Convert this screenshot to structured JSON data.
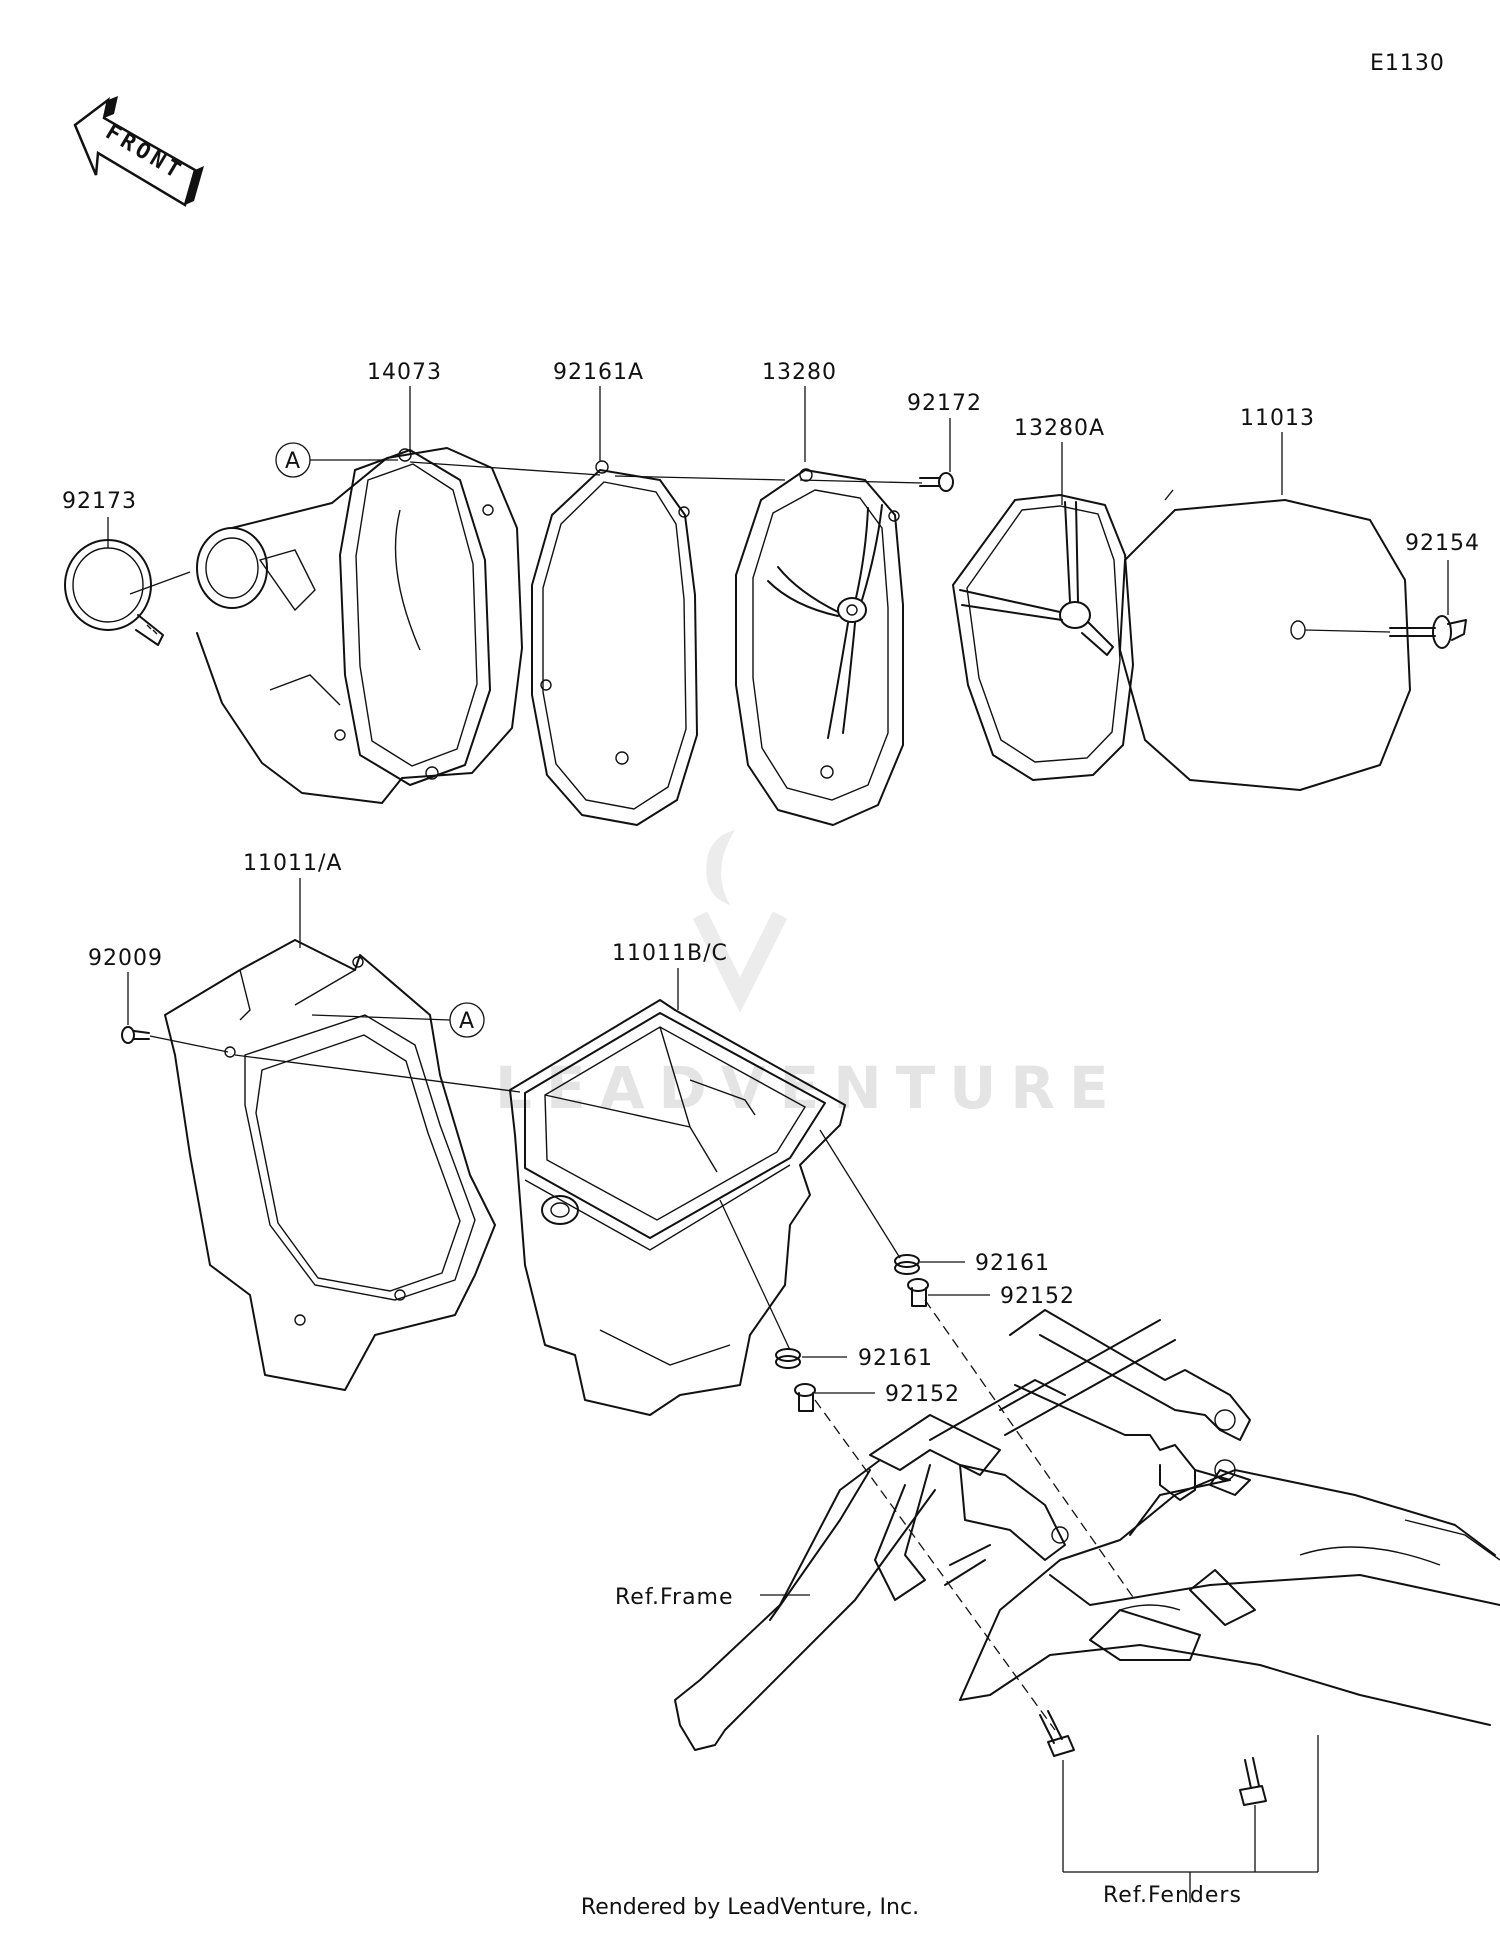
{
  "diagram_code": "E1130",
  "front_label": "FRONT",
  "marker_a": "A",
  "parts": {
    "p92173": "92173",
    "p14073": "14073",
    "p92161A": "92161A",
    "p13280": "13280",
    "p92172": "92172",
    "p13280A": "13280A",
    "p11013": "11013",
    "p92154": "92154",
    "p11011A": "11011/A",
    "p92009": "92009",
    "p11011BC": "11011B/C",
    "p92161_upper": "92161",
    "p92152_upper": "92152",
    "p92161_lower": "92161",
    "p92152_lower": "92152"
  },
  "references": {
    "frame": "Ref.Frame",
    "fenders": "Ref.Fenders"
  },
  "watermark": "LEADVENTURE",
  "footer": "Rendered by LeadVenture, Inc."
}
